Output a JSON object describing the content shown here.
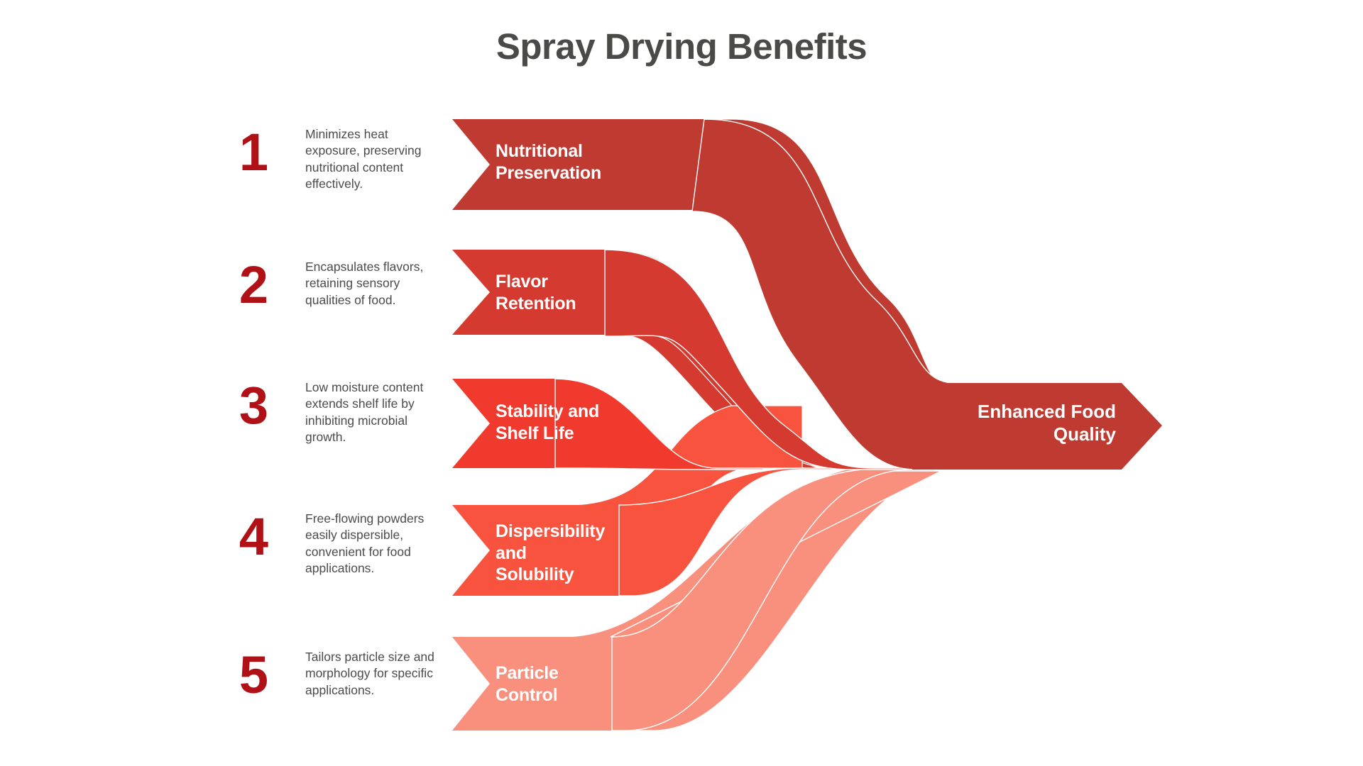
{
  "title": "Spray Drying Benefits",
  "colors": {
    "title": "#4a4a48",
    "number": "#B01116",
    "description": "#4b4b4b",
    "band1": "#BF3A30",
    "band2": "#E0382D",
    "band3": "#F03A2E",
    "band4": "#F8533F",
    "band5": "#F9907E",
    "target": "#BF3A30",
    "background": "#FFFFFF"
  },
  "items": [
    {
      "number": "1",
      "description": "Minimizes heat exposure, preserving nutritional content effectively.",
      "label_line1": "Nutritional",
      "label_line2": "Preservation",
      "color": "#BF3A30"
    },
    {
      "number": "2",
      "description": "Encapsulates flavors, retaining sensory qualities of food.",
      "label_line1": "Flavor",
      "label_line2": "Retention",
      "color": "#E0382D"
    },
    {
      "number": "3",
      "description": "Low moisture content extends shelf life by inhibiting microbial growth.",
      "label_line1": "Stability and",
      "label_line2": "Shelf Life",
      "color": "#F03A2E"
    },
    {
      "number": "4",
      "description": "Free-flowing powders easily dispersible, convenient for food applications.",
      "label_line1": "Dispersibility",
      "label_line2": "and",
      "label_line3": "Solubility",
      "color": "#F8533F"
    },
    {
      "number": "5",
      "description": "Tailors particle size and morphology for specific applications.",
      "label_line1": "Particle",
      "label_line2": "Control",
      "color": "#F9907E"
    }
  ],
  "target": {
    "label_line1": "Enhanced Food",
    "label_line2": "Quality"
  }
}
